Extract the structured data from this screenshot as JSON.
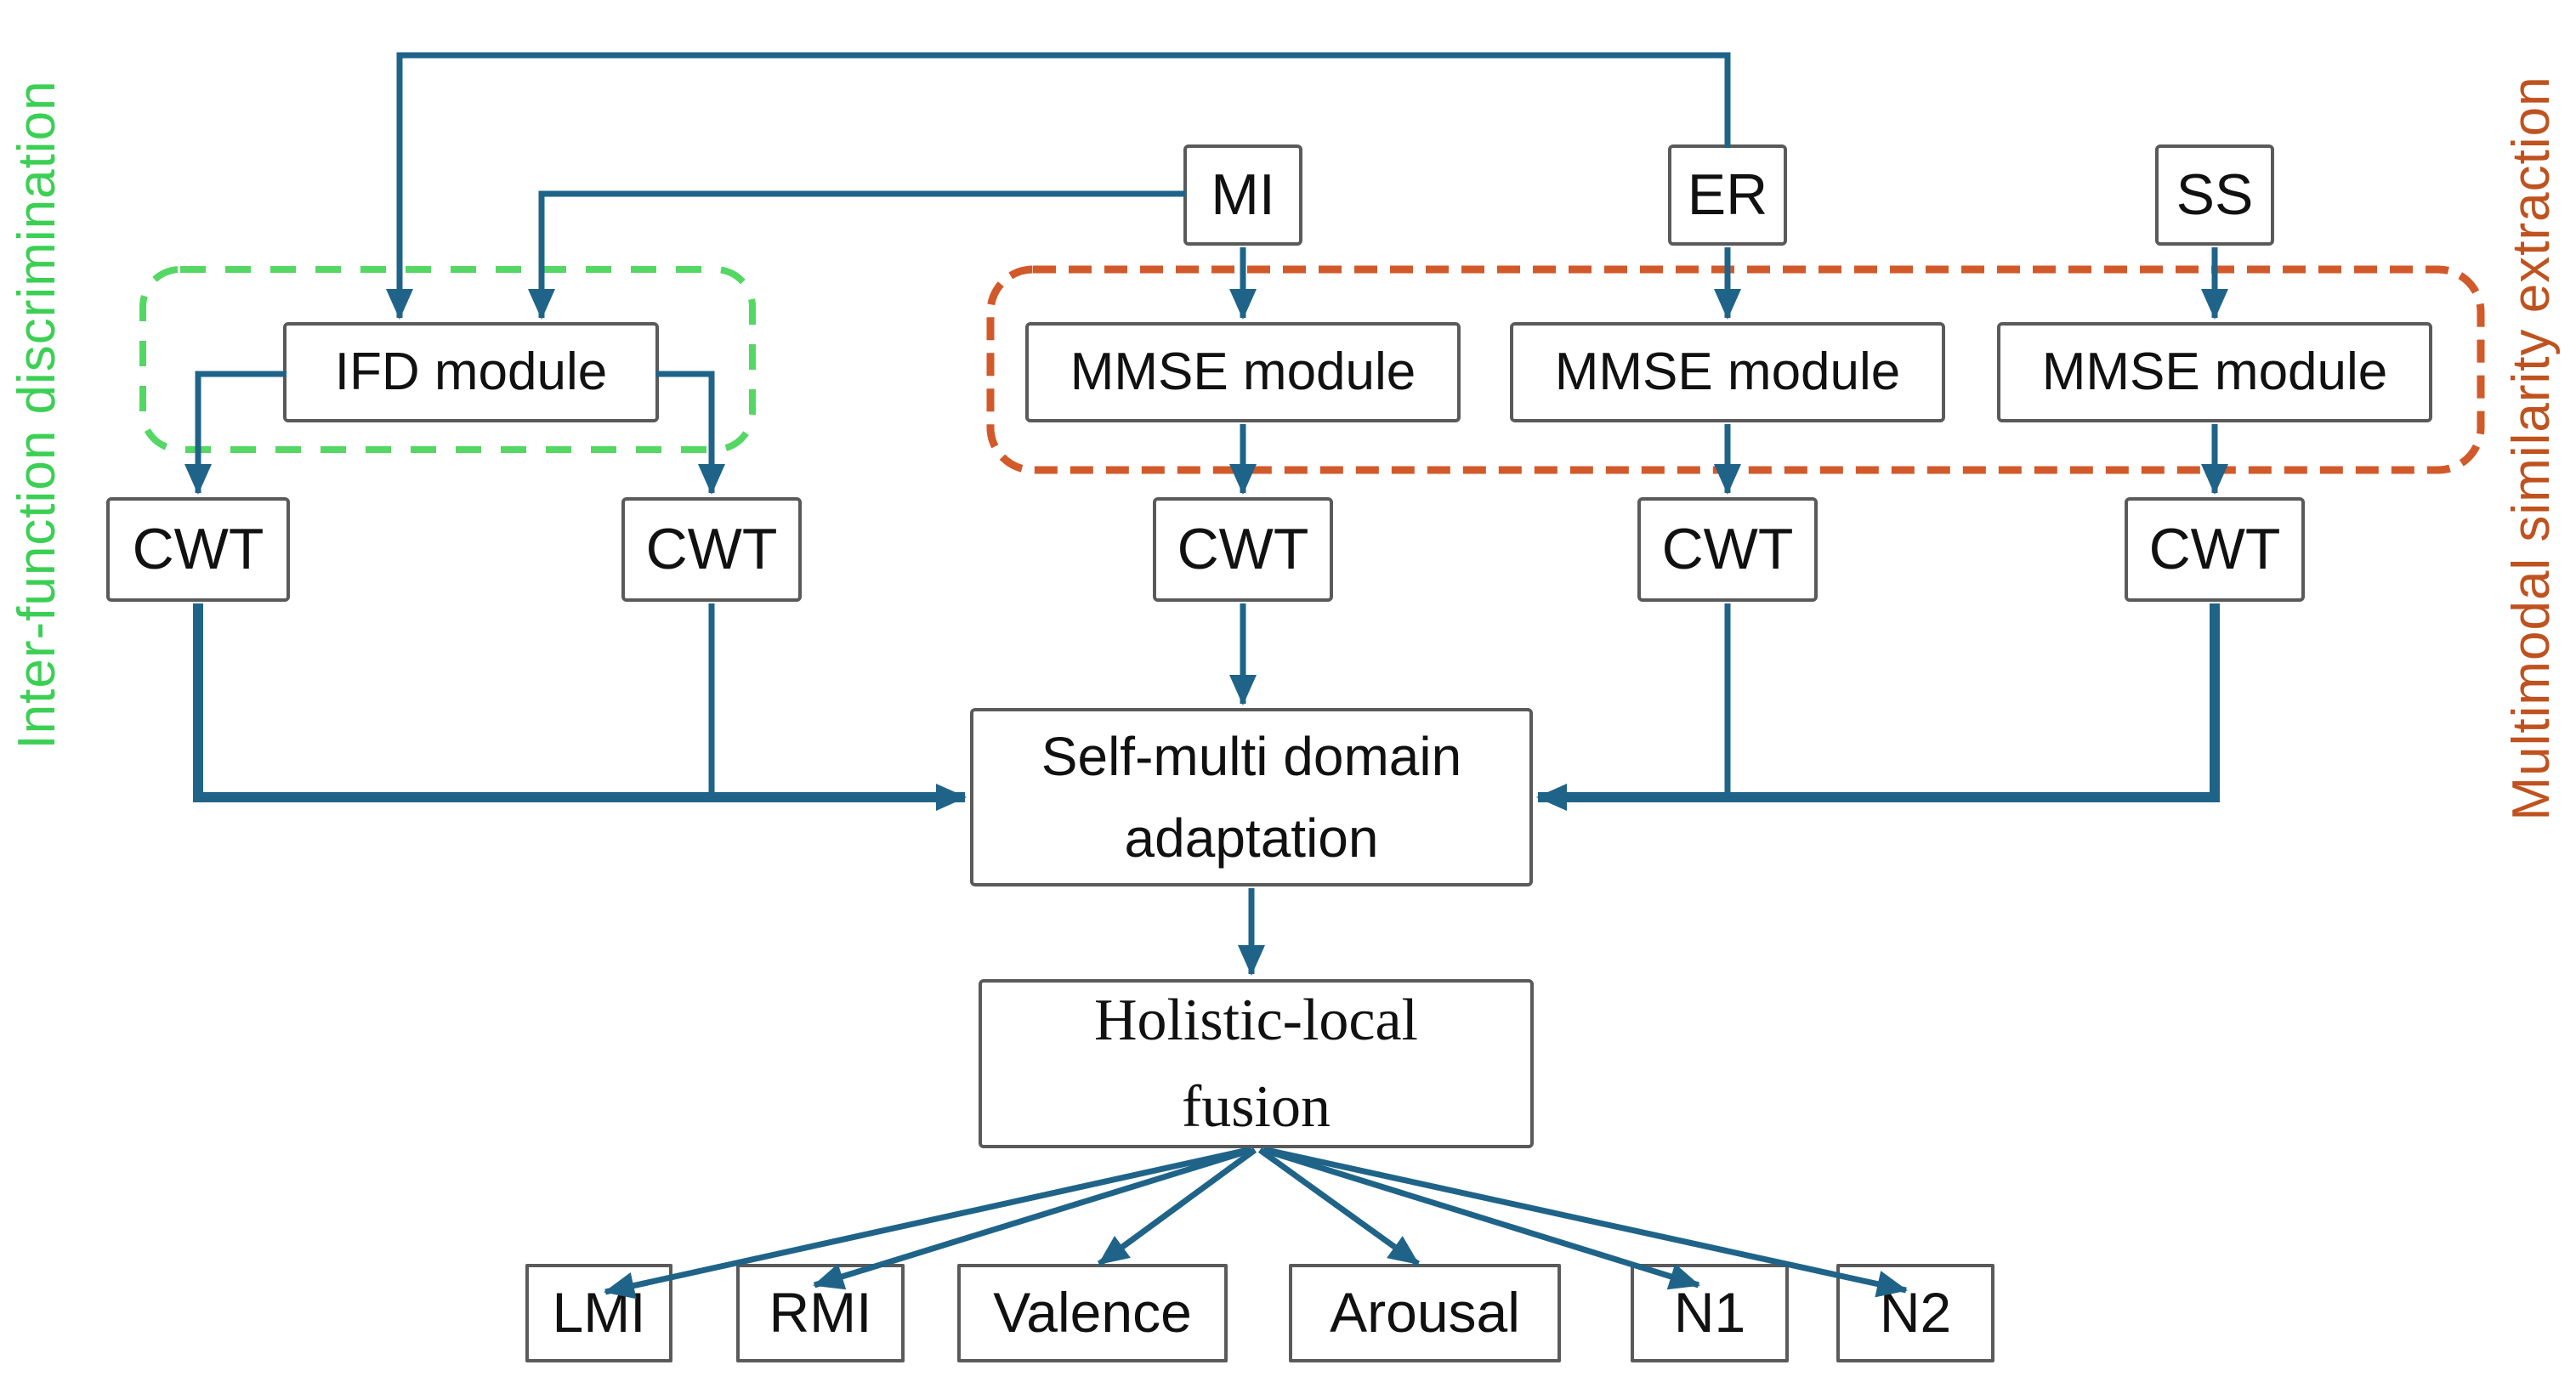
{
  "colors": {
    "connector": "#1f6488",
    "box_border": "#5a5a5a",
    "box_fill": "#ffffff",
    "text": "#111111",
    "green_dashed_border": "#55d764",
    "orange_dashed_border": "#d2592a"
  },
  "side_labels": {
    "left": {
      "text": "Inter-function discrimination",
      "color": "#3bd054"
    },
    "right": {
      "text": "Multimodal similarity extraction",
      "color": "#bf521e"
    }
  },
  "nodes": {
    "mi": "MI",
    "er": "ER",
    "ss": "SS",
    "ifd": "IFD module",
    "mmse_mi": "MMSE module",
    "mmse_er": "MMSE module",
    "mmse_ss": "MMSE module",
    "cwt_1": "CWT",
    "cwt_2": "CWT",
    "cwt_3": "CWT",
    "cwt_4": "CWT",
    "cwt_5": "CWT",
    "adaptation": "Self-multi domain adaptation",
    "fusion": "Holistic-local fusion",
    "outputs": [
      "LMI",
      "RMI",
      "Valence",
      "Arousal",
      "N1",
      "N2"
    ]
  }
}
